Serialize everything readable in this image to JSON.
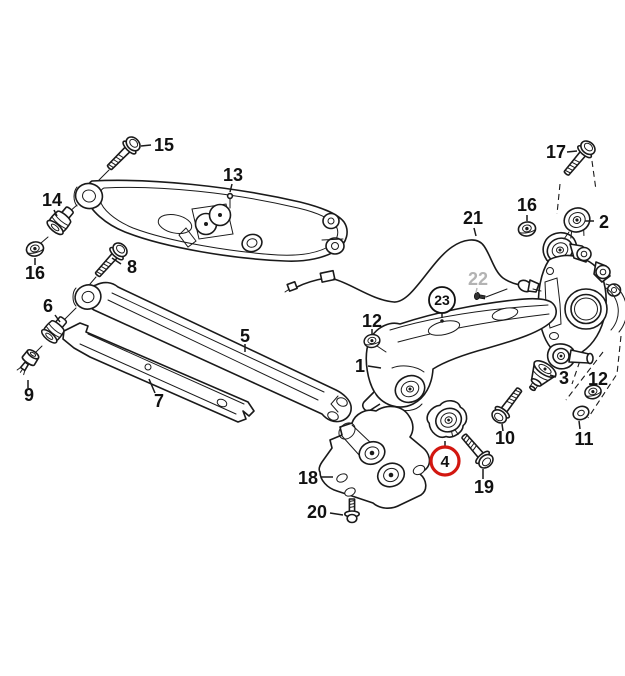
{
  "diagram": {
    "kind": "exploded parts diagram (line art)",
    "subject": "rear axle trailing arm, control arms and fasteners",
    "background": "#ffffff",
    "line_color": "#1a1a1a",
    "highlight": {
      "number": "4",
      "circle_color": "#d21710",
      "style": "red circle"
    },
    "ring_annotation": {
      "number": "23",
      "circle_color": "#111111",
      "style": "black circle"
    },
    "dimmed_callout": {
      "number": "22",
      "color": "#b3b3b3"
    },
    "duplicate_callouts": [
      "12",
      "16"
    ],
    "callouts": {
      "n1": "1",
      "n2": "2",
      "n3": "3",
      "n4": "4",
      "n5": "5",
      "n6": "6",
      "n7": "7",
      "n8": "8",
      "n9": "9",
      "n10": "10",
      "n11": "11",
      "n12": "12",
      "n13": "13",
      "n14": "14",
      "n15": "15",
      "n16": "16",
      "n17": "17",
      "n18": "18",
      "n19": "19",
      "n20": "20",
      "n21": "21",
      "n22": "22",
      "n23": "23"
    }
  }
}
